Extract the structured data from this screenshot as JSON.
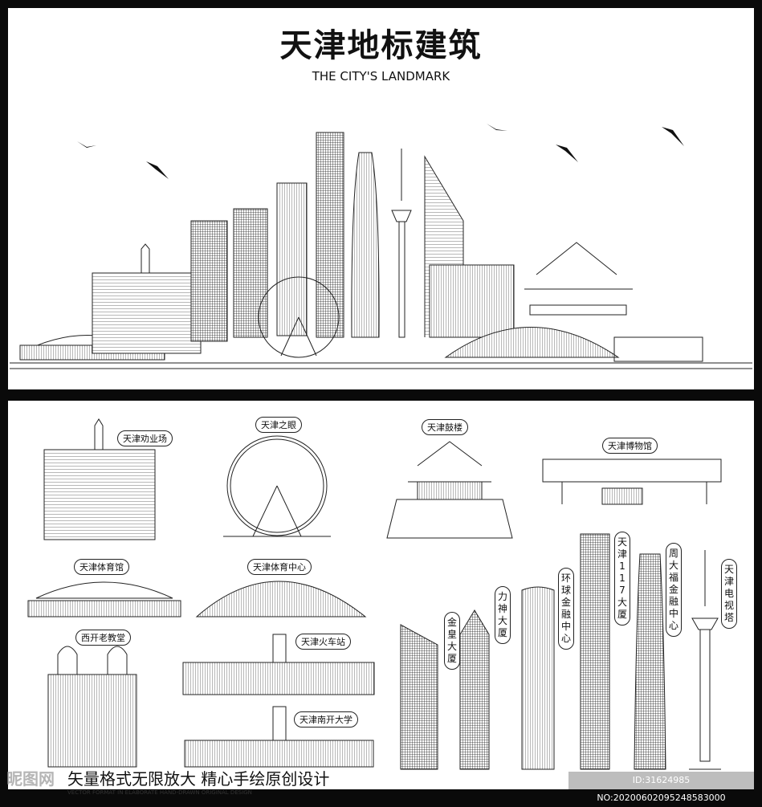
{
  "header": {
    "title": "天津地标建筑",
    "subtitle": "THE CITY'S LANDMARK"
  },
  "labels": {
    "quanyechang": "天津劝业场",
    "eye": "天津之眼",
    "drum_tower": "天津鼓楼",
    "museum": "天津博物馆",
    "gym": "天津体育馆",
    "sports_center": "天津体育中心",
    "church": "西开老教堂",
    "station": "天津火车站",
    "nankai": "天津南开大学",
    "jinhuang": "金皇大厦",
    "lishen": "力神大厦",
    "world_financial": "环球金融中心",
    "t117": "天津117大厦",
    "ctf": "周大福金融中心",
    "tv_tower": "天津电视塔"
  },
  "footer": {
    "slogan": "矢量格式无限放大  精心手绘原创设计",
    "slogan_en": "VECTOR FORMAT IN ELABORATE HAND-DRAWN ORIGINAL DESIGN",
    "watermark_logo": "昵图网",
    "watermark_id": "ID:31624985 NO:20200602095248583000"
  },
  "colors": {
    "frame": "#0a0a0a",
    "line": "#222222",
    "background": "#ffffff"
  }
}
